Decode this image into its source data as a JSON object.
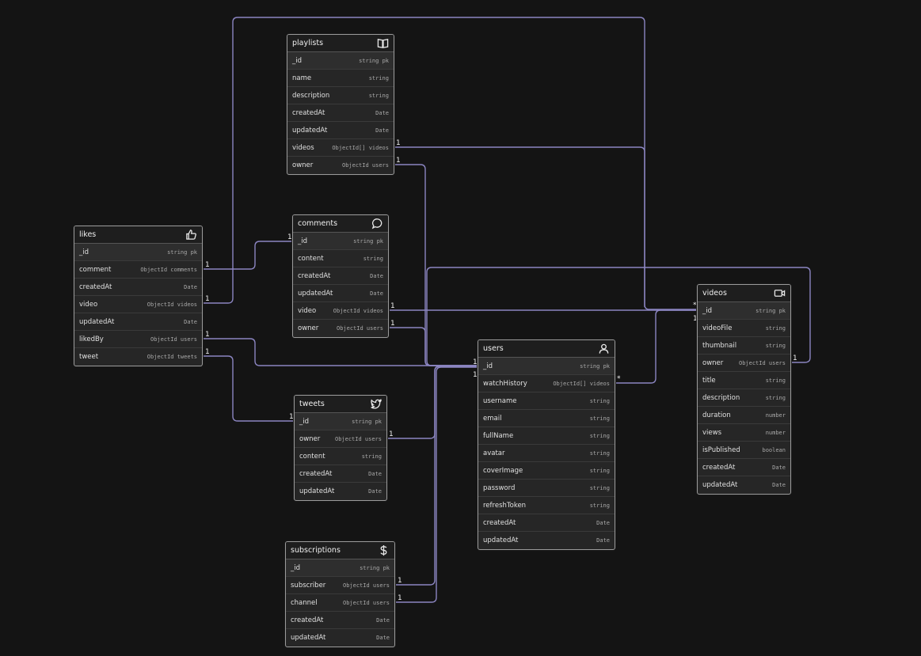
{
  "tables": {
    "playlists": {
      "name": "playlists",
      "icon": "book-icon",
      "fields": [
        {
          "name": "_id",
          "type": "string  pk"
        },
        {
          "name": "name",
          "type": "string"
        },
        {
          "name": "description",
          "type": "string"
        },
        {
          "name": "createdAt",
          "type": "Date"
        },
        {
          "name": "updatedAt",
          "type": "Date"
        },
        {
          "name": "videos",
          "type": "ObjectId[]  videos"
        },
        {
          "name": "owner",
          "type": "ObjectId  users"
        }
      ]
    },
    "likes": {
      "name": "likes",
      "icon": "thumbs-up-icon",
      "fields": [
        {
          "name": "_id",
          "type": "string  pk"
        },
        {
          "name": "comment",
          "type": "ObjectId  comments"
        },
        {
          "name": "createdAt",
          "type": "Date"
        },
        {
          "name": "video",
          "type": "ObjectId  videos"
        },
        {
          "name": "updatedAt",
          "type": "Date"
        },
        {
          "name": "likedBy",
          "type": "ObjectId  users"
        },
        {
          "name": "tweet",
          "type": "ObjectId  tweets"
        }
      ]
    },
    "comments": {
      "name": "comments",
      "icon": "speech-bubble-icon",
      "fields": [
        {
          "name": "_id",
          "type": "string  pk"
        },
        {
          "name": "content",
          "type": "string"
        },
        {
          "name": "createdAt",
          "type": "Date"
        },
        {
          "name": "updatedAt",
          "type": "Date"
        },
        {
          "name": "video",
          "type": "ObjectId  videos"
        },
        {
          "name": "owner",
          "type": "ObjectId  users"
        }
      ]
    },
    "users": {
      "name": "users",
      "icon": "user-icon",
      "fields": [
        {
          "name": "_id",
          "type": "string  pk"
        },
        {
          "name": "watchHistory",
          "type": "ObjectId[]  videos"
        },
        {
          "name": "username",
          "type": "string"
        },
        {
          "name": "email",
          "type": "string"
        },
        {
          "name": "fullName",
          "type": "string"
        },
        {
          "name": "avatar",
          "type": "string"
        },
        {
          "name": "coverImage",
          "type": "string"
        },
        {
          "name": "password",
          "type": "string"
        },
        {
          "name": "refreshToken",
          "type": "string"
        },
        {
          "name": "createdAt",
          "type": "Date"
        },
        {
          "name": "updatedAt",
          "type": "Date"
        }
      ]
    },
    "videos": {
      "name": "videos",
      "icon": "video-camera-icon",
      "fields": [
        {
          "name": "_id",
          "type": "string  pk"
        },
        {
          "name": "videoFile",
          "type": "string"
        },
        {
          "name": "thumbnail",
          "type": "string"
        },
        {
          "name": "owner",
          "type": "ObjectId  users"
        },
        {
          "name": "title",
          "type": "string"
        },
        {
          "name": "description",
          "type": "string"
        },
        {
          "name": "duration",
          "type": "number"
        },
        {
          "name": "views",
          "type": "number"
        },
        {
          "name": "isPublished",
          "type": "boolean"
        },
        {
          "name": "createdAt",
          "type": "Date"
        },
        {
          "name": "updatedAt",
          "type": "Date"
        }
      ]
    },
    "tweets": {
      "name": "tweets",
      "icon": "twitter-bird-icon",
      "fields": [
        {
          "name": "_id",
          "type": "string  pk"
        },
        {
          "name": "owner",
          "type": "ObjectId  users"
        },
        {
          "name": "content",
          "type": "string"
        },
        {
          "name": "createdAt",
          "type": "Date"
        },
        {
          "name": "updatedAt",
          "type": "Date"
        }
      ]
    },
    "subscriptions": {
      "name": "subscriptions",
      "icon": "dollar-icon",
      "fields": [
        {
          "name": "_id",
          "type": "string  pk"
        },
        {
          "name": "subscriber",
          "type": "ObjectId  users"
        },
        {
          "name": "channel",
          "type": "ObjectId  users"
        },
        {
          "name": "createdAt",
          "type": "Date"
        },
        {
          "name": "updatedAt",
          "type": "Date"
        }
      ]
    }
  },
  "relations": [
    {
      "from": "playlists.videos",
      "to": "videos._id",
      "from_card": "1",
      "to_card": "*"
    },
    {
      "from": "playlists.owner",
      "to": "users._id",
      "from_card": "1",
      "to_card": "1"
    },
    {
      "from": "likes.comment",
      "to": "comments._id",
      "from_card": "1",
      "to_card": "1"
    },
    {
      "from": "likes.video",
      "to": "videos._id",
      "from_card": "1",
      "to_card": "1"
    },
    {
      "from": "likes.likedBy",
      "to": "users._id",
      "from_card": "1",
      "to_card": "1"
    },
    {
      "from": "likes.tweet",
      "to": "tweets._id",
      "from_card": "1",
      "to_card": "1"
    },
    {
      "from": "comments.video",
      "to": "videos._id",
      "from_card": "1",
      "to_card": "1"
    },
    {
      "from": "comments.owner",
      "to": "users._id",
      "from_card": "1",
      "to_card": "1"
    },
    {
      "from": "users.watchHistory",
      "to": "videos._id",
      "from_card": "*",
      "to_card": "1"
    },
    {
      "from": "videos.owner",
      "to": "users._id",
      "from_card": "1",
      "to_card": "1"
    },
    {
      "from": "tweets.owner",
      "to": "users._id",
      "from_card": "1",
      "to_card": "1"
    },
    {
      "from": "subscriptions.subscriber",
      "to": "users._id",
      "from_card": "1",
      "to_card": "1"
    },
    {
      "from": "subscriptions.channel",
      "to": "users._id",
      "from_card": "1",
      "to_card": "1"
    }
  ],
  "colors": {
    "background": "#141414",
    "connector": "#8b85c1",
    "table_bg": "#262626",
    "table_border": "#9a9a9a"
  }
}
